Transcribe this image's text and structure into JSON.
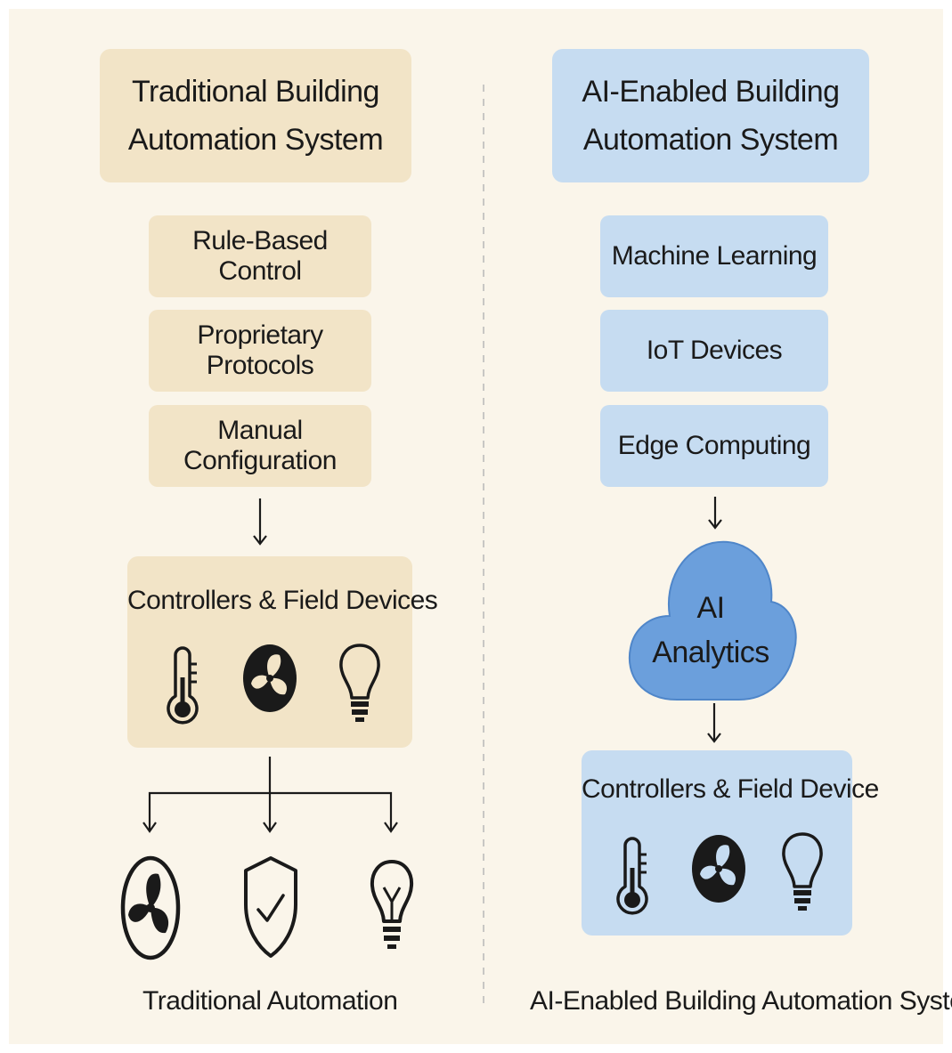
{
  "left": {
    "title_line1": "Traditional Building",
    "title_line2": "Automation System",
    "items": [
      "Rule-Based Control",
      "Proprietary Protocols",
      "Manual Configuration"
    ],
    "devices_title": "Controllers & Field Devices",
    "footer": "Traditional Automation"
  },
  "right": {
    "title_line1": "AI-Enabled Building",
    "title_line2": "Automation System",
    "items": [
      "Machine Learning",
      "IoT Devices",
      "Edge Computing"
    ],
    "cloud_line1": "AI",
    "cloud_line2": "Analytics",
    "devices_title": "Controllers & Field Device",
    "footer": "AI-Enabled Building Automation System"
  },
  "colors": {
    "background": "#faf5ea",
    "beige_box": "#f2e4c7",
    "blue_box": "#c6dcf1",
    "cloud": "#6b9fdc",
    "ink": "#1a1a1a"
  },
  "icons": {
    "device_row": [
      "thermometer-icon",
      "fan-icon",
      "lightbulb-icon"
    ],
    "outputs": [
      "fan-icon",
      "shield-check-icon",
      "lightbulb-icon"
    ]
  }
}
